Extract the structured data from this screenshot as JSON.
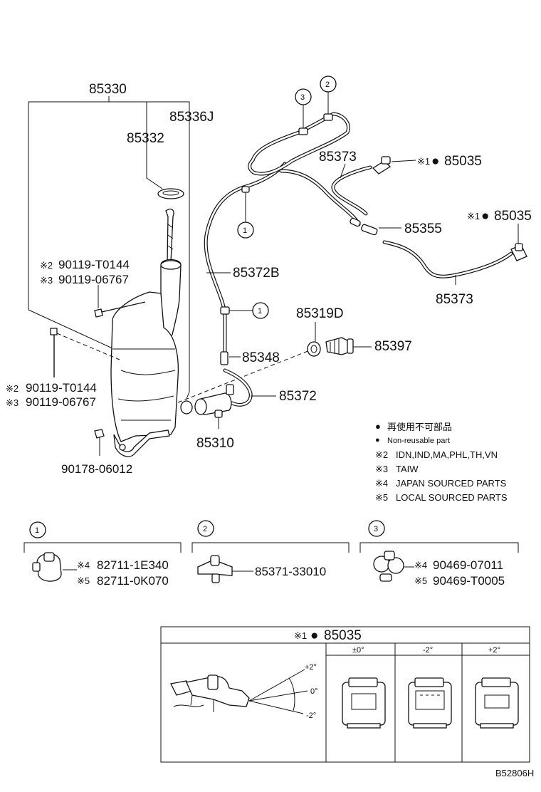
{
  "parts": {
    "p85330": "85330",
    "p85336J": "85336J",
    "p85332": "85332",
    "p85373a": "85373",
    "p85035a": "85035",
    "p85035b": "85035",
    "p85355": "85355",
    "p85373b": "85373",
    "p85372B": "85372B",
    "p85319D": "85319D",
    "p85397": "85397",
    "p85348": "85348",
    "p85372": "85372",
    "p85310": "85310",
    "p90178": "90178-06012",
    "bolt_a1": "90119-T0144",
    "bolt_a2": "90119-06767",
    "bolt_b1": "90119-T0144",
    "bolt_b2": "90119-06767"
  },
  "marks": {
    "m1": "※1",
    "m2": "※2",
    "m3": "※3",
    "m4": "※4",
    "m5": "※5",
    "dot": "●"
  },
  "callouts": {
    "c1": "1",
    "c2": "2",
    "c3": "3"
  },
  "legend": {
    "jp": "再使用不可部品",
    "en": "Non-reusable part",
    "n2": "IDN,IND,MA,PHL,TH,VN",
    "n3": "TAIW",
    "n4": "JAPAN SOURCED PARTS",
    "n5": "LOCAL SOURCED PARTS"
  },
  "details": {
    "d1_a": "82711-1E340",
    "d1_b": "82711-0K070",
    "d2": "85371-33010",
    "d3_a": "90469-07011",
    "d3_b": "90469-T0005"
  },
  "table": {
    "title": "85035",
    "col1": "±0°",
    "col2": "-2°",
    "col3": "+2°",
    "ang_up": "+2°",
    "ang_mid": "0°",
    "ang_dn": "-2°"
  },
  "footer": "B52806H"
}
